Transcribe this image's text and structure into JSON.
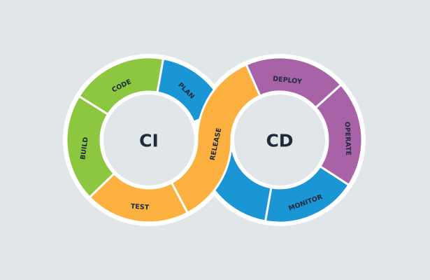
{
  "diagram": {
    "left_center": "CI",
    "right_center": "CD",
    "stages": {
      "plan": "PLAN",
      "code": "CODE",
      "build": "BUILD",
      "test": "TEST",
      "release": "RELEASE",
      "deploy": "DEPLOY",
      "operate": "OPERATE",
      "monitor": "MONITOR"
    }
  },
  "colors": {
    "background": "#e1e6e9",
    "green": "#8dc63f",
    "blue": "#1b96d4",
    "orange": "#fbb040",
    "purple": "#a862a8",
    "text": "#1f2a3a"
  }
}
